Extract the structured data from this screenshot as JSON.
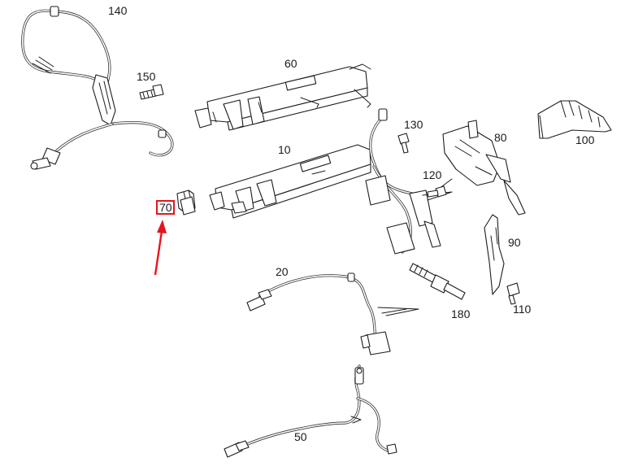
{
  "diagram": {
    "callouts": [
      {
        "id": "140",
        "label": "140"
      },
      {
        "id": "150",
        "label": "150"
      },
      {
        "id": "60",
        "label": "60"
      },
      {
        "id": "130",
        "label": "130"
      },
      {
        "id": "80",
        "label": "80"
      },
      {
        "id": "100",
        "label": "100"
      },
      {
        "id": "10",
        "label": "10"
      },
      {
        "id": "120",
        "label": "120"
      },
      {
        "id": "70",
        "label": "70"
      },
      {
        "id": "90",
        "label": "90"
      },
      {
        "id": "20",
        "label": "20"
      },
      {
        "id": "110",
        "label": "110"
      },
      {
        "id": "180",
        "label": "180"
      },
      {
        "id": "50",
        "label": "50"
      }
    ],
    "highlight": {
      "target": "70",
      "color": "#e8141b"
    }
  }
}
